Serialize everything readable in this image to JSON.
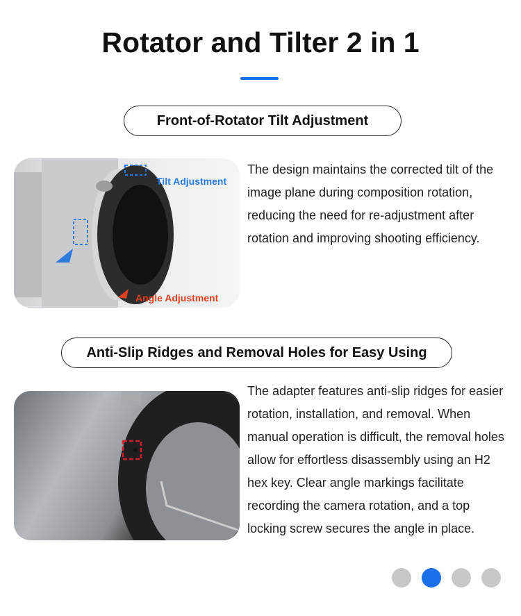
{
  "title": "Rotator and Tilter 2 in 1",
  "sections": [
    {
      "heading": "Front-of-Rotator Tilt Adjustment",
      "labels": {
        "tilt": "Tilt Adjustment",
        "angle": "Angle Adjustment"
      },
      "text": "The design maintains the corrected tilt of the image plane during composition rotation, reducing the need for re-adjustment after rotation and improving shooting efficiency."
    },
    {
      "heading": "Anti-Slip Ridges and Removal Holes for Easy Using",
      "text": "The adapter features anti-slip ridges for easier rotation, installation, and removal. When manual operation is difficult, the removal holes allow for effortless disassembly using an H2 hex key. Clear angle markings facilitate recording the camera rotation, and a top locking screw secures the angle in place."
    }
  ],
  "carousel": {
    "count": 4,
    "active_index": 1
  },
  "colors": {
    "accent": "#1b6fe8",
    "tilt_label": "#2a7ae0",
    "angle_label": "#e0401e"
  }
}
